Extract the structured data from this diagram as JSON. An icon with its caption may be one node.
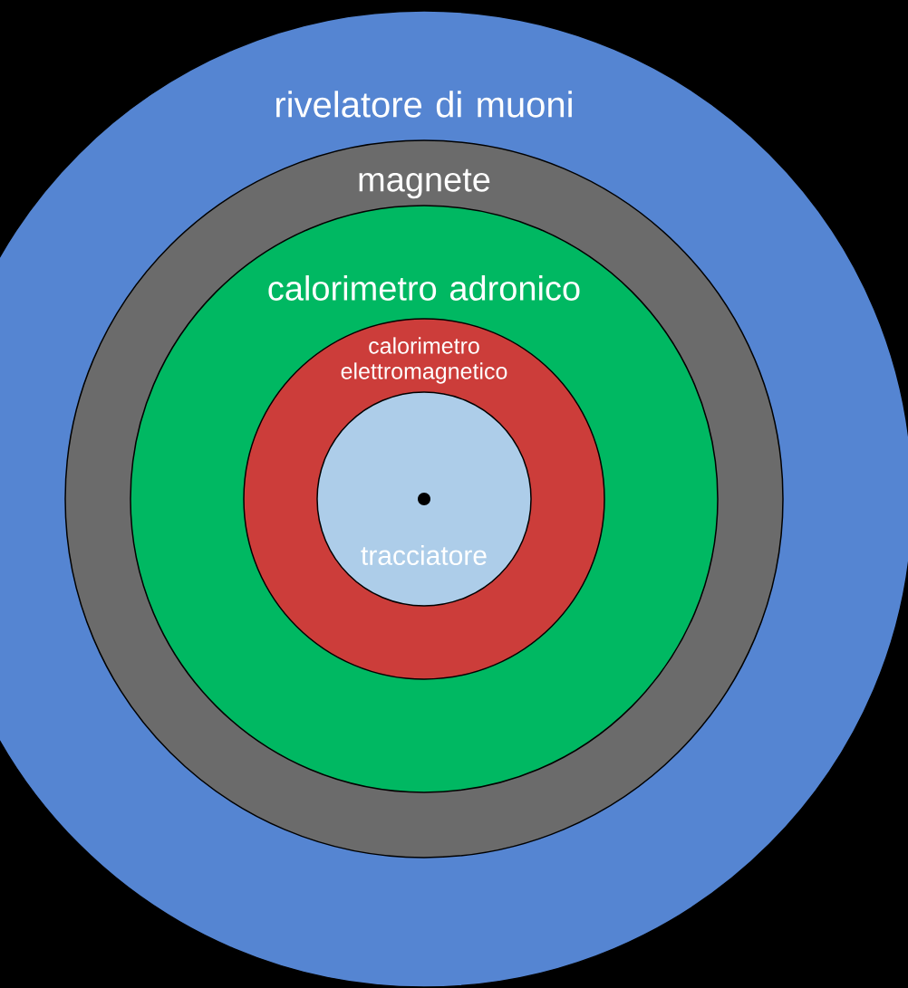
{
  "diagram": {
    "nodes": [
      {
        "text": [
          "rivelatore di muoni"
        ]
      },
      {
        "text": [
          "magnete"
        ],
        "in": 0
      },
      {
        "text": [
          "calorimetro adronico"
        ],
        "in": 1
      },
      {
        "text": [
          "calorimetro elettromagnetico"
        ],
        "in": 2
      },
      {
        "text": [
          "tracciatore"
        ],
        "in": 3
      }
    ]
  }
}
